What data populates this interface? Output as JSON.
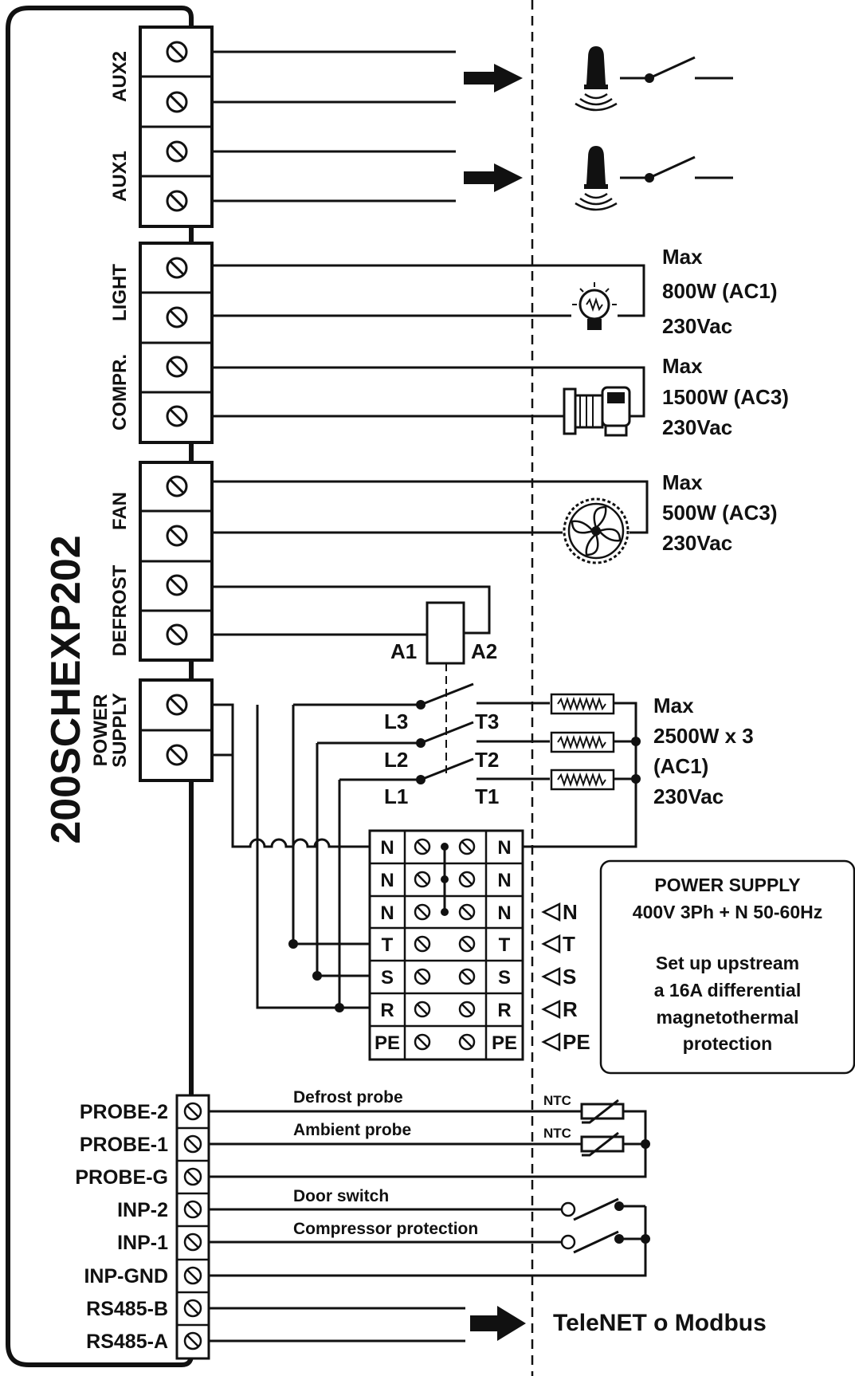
{
  "device": {
    "model": "200SCHEXP202"
  },
  "terminals": {
    "aux2": "AUX2",
    "aux1": "AUX1",
    "light": "LIGHT",
    "compr": "COMPR.",
    "fan": "FAN",
    "defrost": "DEFROST",
    "power_supply_1": "POWER",
    "power_supply_2": "SUPPLY"
  },
  "loads": {
    "light": {
      "line1": "Max",
      "line2": "800W (AC1)",
      "line3": "230Vac"
    },
    "compr": {
      "line1": "Max",
      "line2": "1500W (AC3)",
      "line3": "230Vac"
    },
    "fan": {
      "line1": "Max",
      "line2": "500W (AC3)",
      "line3": "230Vac"
    },
    "heaters": {
      "line1": "Max",
      "line2": "2500W x 3",
      "line3": "(AC1)",
      "line4": "230Vac"
    }
  },
  "contactor": {
    "coil_a1": "A1",
    "coil_a2": "A2",
    "l3": "L3",
    "l2": "L2",
    "l1": "L1",
    "t3": "T3",
    "t2": "T2",
    "t1": "T1"
  },
  "terminal_block": {
    "rows": [
      {
        "left": "N",
        "right": "N"
      },
      {
        "left": "N",
        "right": "N"
      },
      {
        "left": "N",
        "right": "N"
      },
      {
        "left": "T",
        "right": "T"
      },
      {
        "left": "S",
        "right": "S"
      },
      {
        "left": "R",
        "right": "R"
      },
      {
        "left": "PE",
        "right": "PE"
      }
    ],
    "inputs": [
      "N",
      "T",
      "S",
      "R",
      "PE"
    ]
  },
  "power_note": {
    "line1": "POWER SUPPLY",
    "line2": "400V 3Ph + N 50-60Hz",
    "line3": "Set up upstream",
    "line4": "a 16A differential",
    "line5": "magnetothermal",
    "line6": "protection"
  },
  "low_voltage_terminals": [
    "PROBE-2",
    "PROBE-1",
    "PROBE-G",
    "INP-2",
    "INP-1",
    "INP-GND",
    "RS485-B",
    "RS485-A"
  ],
  "signals": {
    "defrost_probe": "Defrost probe",
    "ambient_probe": "Ambient probe",
    "ntc": "NTC",
    "door_switch": "Door switch",
    "compressor_protection": "Compressor protection",
    "bus": "TeleNET o Modbus"
  }
}
